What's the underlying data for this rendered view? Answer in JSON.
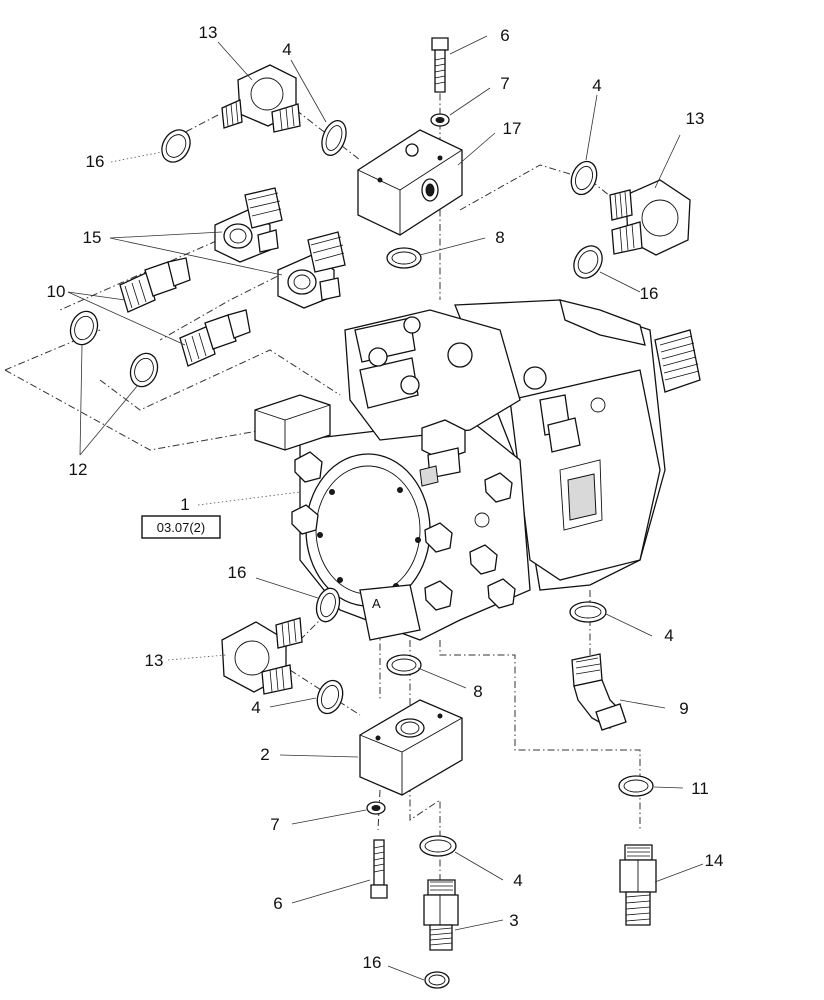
{
  "diagram": {
    "reference_box": "03.07(2)",
    "labels": [
      "13",
      "4",
      "6",
      "7",
      "17",
      "4",
      "13",
      "16",
      "15",
      "8",
      "16",
      "10",
      "12",
      "1",
      "16",
      "4",
      "13",
      "8",
      "9",
      "4",
      "2",
      "11",
      "7",
      "14",
      "6",
      "4",
      "3",
      "16"
    ]
  }
}
